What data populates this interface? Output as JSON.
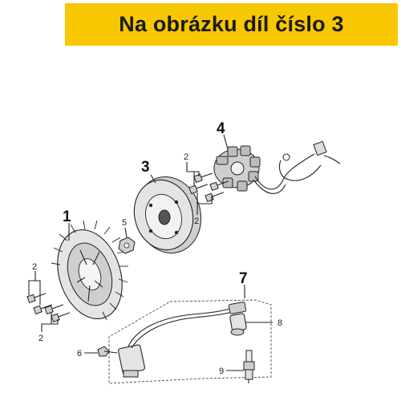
{
  "banner": {
    "title": "Na obrázku díl číslo 3"
  },
  "callouts": {
    "p1": "1",
    "p2a": "2",
    "p2b": "2",
    "p2c": "2",
    "p2d": "2",
    "p3": "3",
    "p4": "4",
    "p5": "5",
    "p6": "6",
    "p7": "7",
    "p8": "8",
    "p9": "9"
  },
  "colors": {
    "banner_bg": "#f7c800",
    "banner_text": "#1a1a1a"
  }
}
